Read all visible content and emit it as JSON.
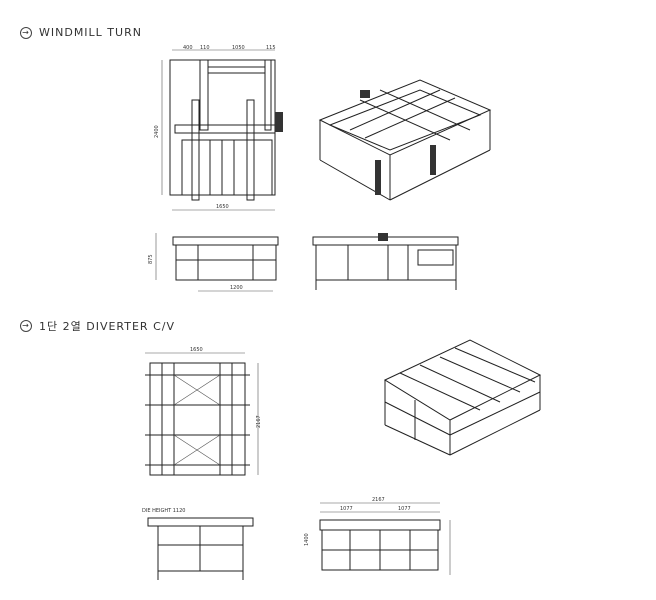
{
  "sections": [
    {
      "title": "WINDMILL TURN",
      "icon": "arrow-right-circle-icon",
      "dimensions": {
        "top": [
          "400",
          "110",
          "1050",
          "115"
        ],
        "side": "2400",
        "bottom": "1650",
        "front_bottom": "1200",
        "front_side": "875"
      }
    },
    {
      "title": "1단 2열 DIVERTER C/V",
      "icon": "arrow-right-circle-icon",
      "dimensions": {
        "top": "1650",
        "side": "2167",
        "front_label": "DIE HEIGHT 1120",
        "side_top": "2167",
        "side_a": "1077",
        "side_b": "1077",
        "side_h": "1400"
      }
    }
  ]
}
